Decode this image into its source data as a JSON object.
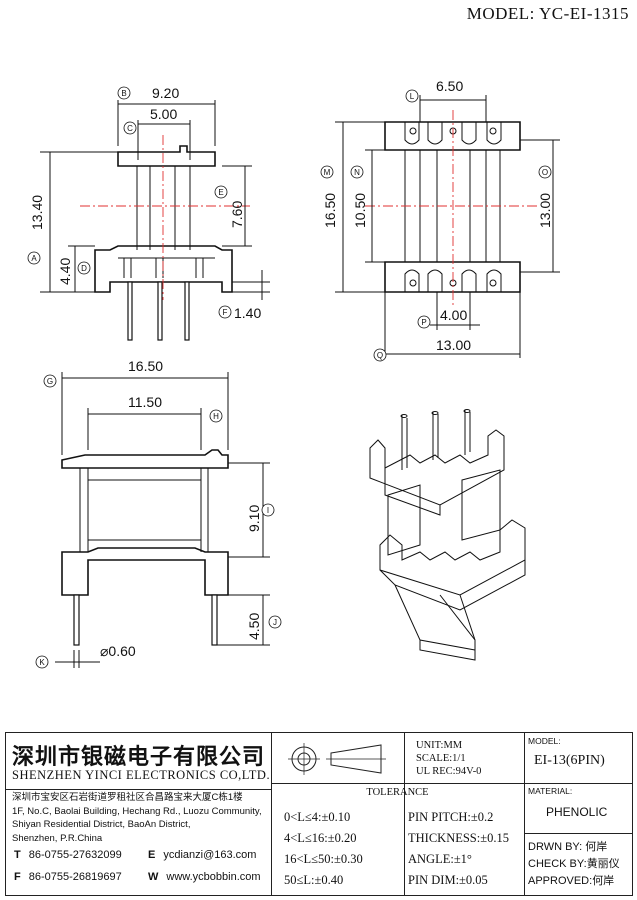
{
  "header": {
    "model_label": "MODEL:",
    "model_value": "YC-EI-1315"
  },
  "top_left_view": {
    "b": "9.20",
    "c": "5.00",
    "e": "7.60",
    "a": "13.40",
    "d": "4.40",
    "f": "1.40"
  },
  "top_right_view": {
    "l": "6.50",
    "m": "16.50",
    "n": "10.50",
    "o": "13.00",
    "p": "4.00",
    "q": "13.00"
  },
  "front_view": {
    "g": "16.50",
    "h": "11.50",
    "i": "9.10",
    "j": "4.50",
    "k": "⌀0.60"
  },
  "view_tags": [
    "A",
    "B",
    "C",
    "D",
    "E",
    "F",
    "G",
    "H",
    "I",
    "J",
    "K",
    "L",
    "M",
    "N",
    "O",
    "P",
    "Q"
  ],
  "company": {
    "name_cn": "深圳市银磁电子有限公司",
    "name_en": "SHENZHEN YINCI ELECTRONICS CO,LTD.",
    "address": [
      "深圳市宝安区石岩街道罗租社区合昌路宝来大厦C栋1楼",
      "1F, No.C, Baolai Building, Hechang Rd., Luozu Community,",
      "Shiyan Residential District, BaoAn District,",
      "Shenzhen, P.R.China"
    ],
    "tel_key": "T",
    "tel": "86-0755-27632099",
    "fax_key": "F",
    "fax": "86-0755-26819697",
    "email_key": "E",
    "email": "ycdianzi@163.com",
    "web_key": "W",
    "web": "www.ycbobbin.com"
  },
  "meta": {
    "unit": "UNIT:MM",
    "scale": "SCALE:1/1",
    "ul": "UL REC:94V-0"
  },
  "tolerance": {
    "title": "TOLERANCE",
    "left": [
      "0<L≤4:±0.10",
      "4<L≤16:±0.20",
      "16<L≤50:±0.30",
      "50≤L:±0.40"
    ],
    "right": [
      "PIN PITCH:±0.2",
      "THICKNESS:±0.15",
      "ANGLE:±1°",
      "PIN DIM:±0.05"
    ]
  },
  "model_box": {
    "label": "MODEL:",
    "value": "EI-13(6PIN)"
  },
  "material": {
    "label": "MATERIAL:",
    "value": "PHENOLIC"
  },
  "approvals": [
    {
      "label": "DRWN BY:",
      "name": "何岸"
    },
    {
      "label": "CHECK BY:",
      "name": "黄丽仪"
    },
    {
      "label": "APPROVED:",
      "name": "何岸"
    }
  ]
}
